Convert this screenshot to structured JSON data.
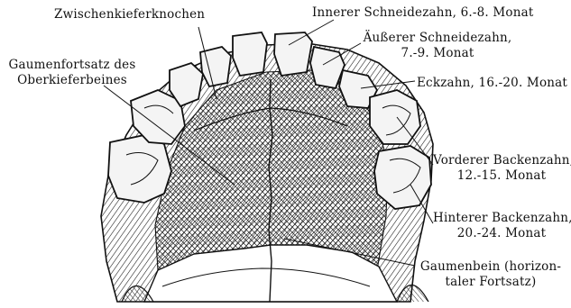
{
  "colors": {
    "ink": "#111111",
    "background": "#ffffff",
    "bone": "#f4f4f4"
  },
  "labels": {
    "zwischenkiefer": "Zwischenkieferknochen",
    "gaumenfortsatz": [
      "Gaumenfortsatz des",
      "Oberkieferbeines"
    ],
    "innerer": "Innerer Schneidezahn, 6.-8. Monat",
    "aeusserer": [
      "Äußerer Schneidezahn,",
      "7.-9. Monat"
    ],
    "eckzahn": "Eckzahn, 16.-20. Monat",
    "vorderer": [
      "Vorderer Backenzahn,",
      "12.-15. Monat"
    ],
    "hinterer": [
      "Hinterer Backenzahn,",
      "20.-24. Monat"
    ],
    "gaumenbein": [
      "Gaumenbein (horizon-",
      "taler Fortsatz)"
    ]
  }
}
